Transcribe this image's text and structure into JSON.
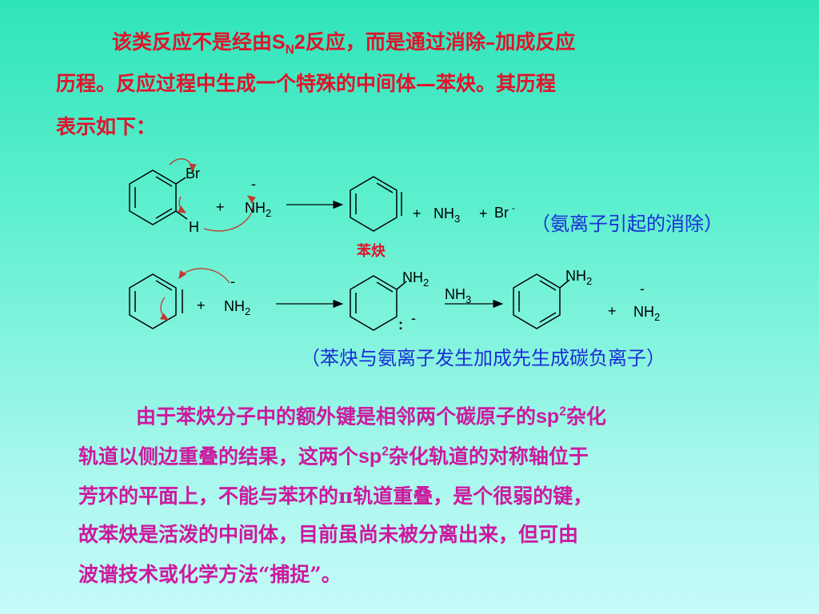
{
  "intro": {
    "l1_a": "该类反应不是经由",
    "sn": "S",
    "sn_sub": "N",
    "sn_num": "2",
    "l1_b": "反应，而是通过消除–加成反应",
    "l2": "历程。反应过程中生成一个特殊的中间体—苯炔。其历程",
    "l3": "表示如下："
  },
  "scheme": {
    "r1": {
      "br": "Br",
      "h": "H",
      "plus1": "+",
      "charge1": "-",
      "nh2": "NH",
      "sub2": "2",
      "plus2": "+",
      "nh3": "NH",
      "sub3": "3",
      "plus3": "+",
      "br2": "Br",
      "charge2": "-"
    },
    "benzyne_label": "苯炔",
    "caption1": "（氨离子引起的消除）",
    "r2": {
      "plus1": "+",
      "charge1": "-",
      "nh2": "NH",
      "sub2": "2",
      "int_nh2": "NH",
      "int_sub": "2",
      "lone": ":",
      "charge_int": "-",
      "reagent": "NH",
      "reagent_sub": "3",
      "prod_nh2": "NH",
      "prod_sub": "2",
      "plus2": "+",
      "charge2": "-",
      "nh2b": "NH",
      "sub2b": "2"
    },
    "caption2": "（苯炔与氨离子发生加成先生成碳负离子）"
  },
  "body": {
    "l1_a": "由于苯炔分子中的额外键是相邻两个碳原子的",
    "sp": "sp",
    "sup": "2",
    "l1_b": "杂化",
    "l2_a": "轨道以侧边重叠的结果，这两个",
    "l2_sp": "sp",
    "l2_sup": "2",
    "l2_b": "杂化轨道的对称轴位于",
    "l3": "芳环的平面上，不能与苯环的π轨道重叠，是个很弱的键，",
    "l4": "故苯炔是活泼的中间体，目前虽尚未被分离出来，但可由",
    "l5": "波谱技术或化学方法“捕捉”。"
  },
  "colors": {
    "intro": "#e0142b",
    "caption": "#1a2fd6",
    "body": "#cc1a9e"
  }
}
